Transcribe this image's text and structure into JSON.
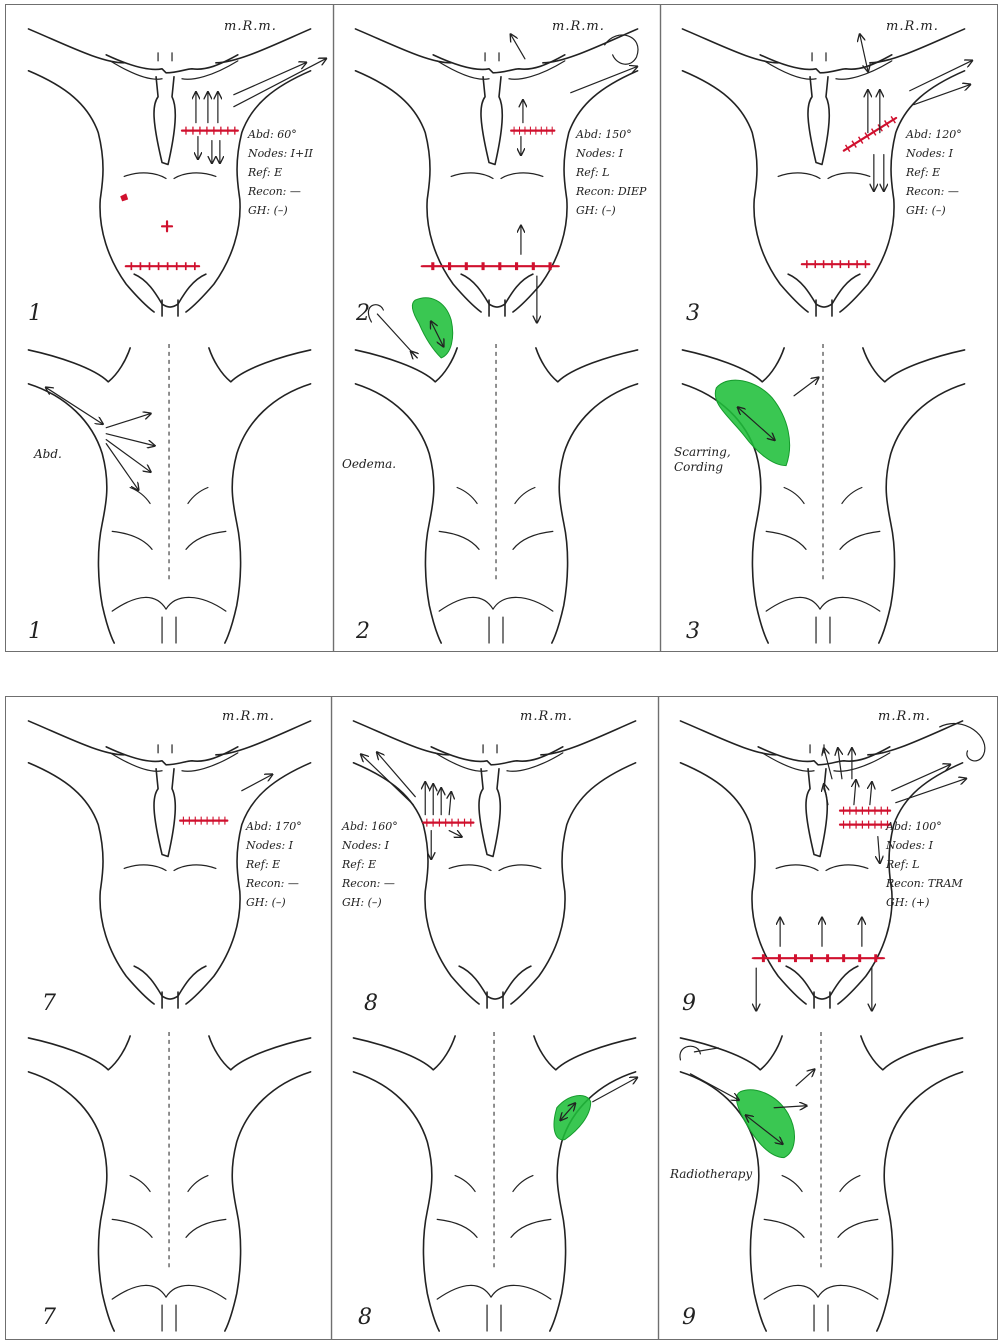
{
  "figure_top": {
    "columns": [
      {
        "mrm": "m.R.m.",
        "number": "1",
        "notes": [
          "Abd: 60°",
          "Nodes: I+II",
          "Ref: E",
          "Recon: —",
          "GH: (–)"
        ],
        "back_label": "Abd."
      },
      {
        "mrm": "m.R.m.",
        "number": "2",
        "notes": [
          "Abd: 150°",
          "Nodes: I",
          "Ref: L",
          "Recon: DIEP",
          "GH: (–)"
        ],
        "back_label": "Oedema."
      },
      {
        "mrm": "m.R.m.",
        "number": "3",
        "notes": [
          "Abd: 120°",
          "Nodes: I",
          "Ref: E",
          "Recon: —",
          "GH: (–)"
        ],
        "back_label": "Scarring,\nCording"
      }
    ]
  },
  "figure_bottom": {
    "columns": [
      {
        "mrm": "m.R.m.",
        "number": "7",
        "notes": [
          "Abd: 170°",
          "Nodes: I",
          "Ref: E",
          "Recon: —",
          "GH: (–)"
        ],
        "back_label": ""
      },
      {
        "mrm": "m.R.m.",
        "number": "8",
        "notes": [
          "Abd: 160°",
          "Nodes: I",
          "Ref: E",
          "Recon: —",
          "GH: (–)"
        ],
        "back_label": ""
      },
      {
        "mrm": "m.R.m.",
        "number": "9",
        "notes": [
          "Abd: 100°",
          "Nodes: I",
          "Ref: L",
          "Recon: TRAM",
          "GH: (+)"
        ],
        "back_label": "Radiotherapy"
      }
    ]
  },
  "colors": {
    "scar": "#d0102e",
    "green_area": "#1fbf3a",
    "ink": "#222222"
  }
}
